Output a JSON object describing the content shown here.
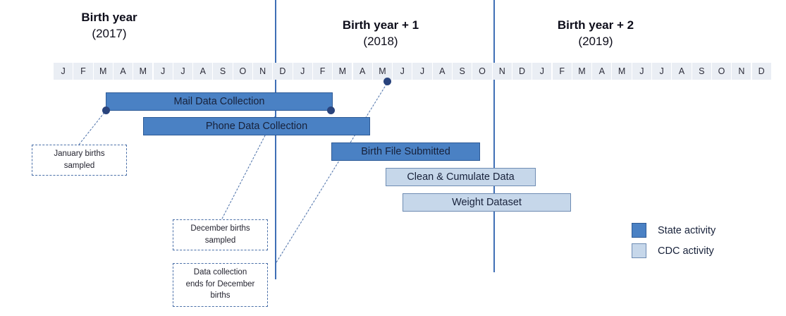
{
  "chart_data": {
    "type": "bar",
    "title": "Survey data collection timeline by birth year",
    "xlabel": "",
    "ylabel": "",
    "grid": false,
    "legend_position": "right",
    "x_axis": {
      "unit": "month",
      "month_labels": [
        "J",
        "F",
        "M",
        "A",
        "M",
        "J",
        "J",
        "A",
        "S",
        "O",
        "N",
        "D"
      ],
      "year_groups": [
        {
          "heading": "Birth year",
          "year": "(2017)"
        },
        {
          "heading": "Birth year + 1",
          "year": "(2018)"
        },
        {
          "heading": "Birth year + 2",
          "year": "(2019)"
        }
      ],
      "range": [
        "2017-01",
        "2019-12"
      ]
    },
    "series": [
      {
        "name": "State activity",
        "color": "#4a81c4"
      },
      {
        "name": "CDC activity",
        "color": "#c6d7ea"
      }
    ],
    "bars": [
      {
        "label": "Mail Data Collection",
        "series": "State activity",
        "start": "2017-03",
        "end": "2018-04"
      },
      {
        "label": "Phone Data Collection",
        "series": "State activity",
        "start": "2017-05",
        "end": "2018-06"
      },
      {
        "label": "Birth File Submitted",
        "series": "State activity",
        "start": "2018-04",
        "end": "2018-11"
      },
      {
        "label": "Clean & Cumulate Data",
        "series": "CDC activity",
        "start": "2018-07",
        "end": "2019-02"
      },
      {
        "label": "Weight Dataset",
        "series": "CDC activity",
        "start": "2018-08",
        "end": "2019-04"
      }
    ],
    "annotations": [
      {
        "text": "January births sampled",
        "points_to": "Mail Data Collection start"
      },
      {
        "text": "December births sampled",
        "points_to": "December 2017 boundary"
      },
      {
        "text": "Data collection ends for December births",
        "points_to": "Mail Data Collection end"
      }
    ]
  },
  "year_headings": [
    {
      "name": "Birth year",
      "year": "(2017)"
    },
    {
      "name": "Birth year + 1",
      "year": "(2018)"
    },
    {
      "name": "Birth year + 2",
      "year": "(2019)"
    }
  ],
  "months": [
    "J",
    "F",
    "M",
    "A",
    "M",
    "J",
    "J",
    "A",
    "S",
    "O",
    "N",
    "D",
    "J",
    "F",
    "M",
    "A",
    "M",
    "J",
    "J",
    "A",
    "S",
    "O",
    "N",
    "D",
    "J",
    "F",
    "M",
    "A",
    "M",
    "J",
    "J",
    "A",
    "S",
    "O",
    "N",
    "D"
  ],
  "bars": [
    {
      "label": "Mail Data Collection",
      "kind": "state"
    },
    {
      "label": "Phone Data Collection",
      "kind": "state"
    },
    {
      "label": "Birth File Submitted",
      "kind": "state"
    },
    {
      "label": "Clean & Cumulate Data",
      "kind": "cdc"
    },
    {
      "label": "Weight Dataset",
      "kind": "cdc"
    }
  ],
  "callouts": [
    {
      "line1": "January births",
      "line2": "sampled",
      "line3": ""
    },
    {
      "line1": "December births",
      "line2": "sampled",
      "line3": ""
    },
    {
      "line1": "Data collection",
      "line2": "ends for December",
      "line3": "births"
    }
  ],
  "legend": {
    "items": [
      {
        "label": "State activity",
        "color": "#4a81c4"
      },
      {
        "label": "CDC activity",
        "color": "#c6d7ea"
      }
    ]
  }
}
